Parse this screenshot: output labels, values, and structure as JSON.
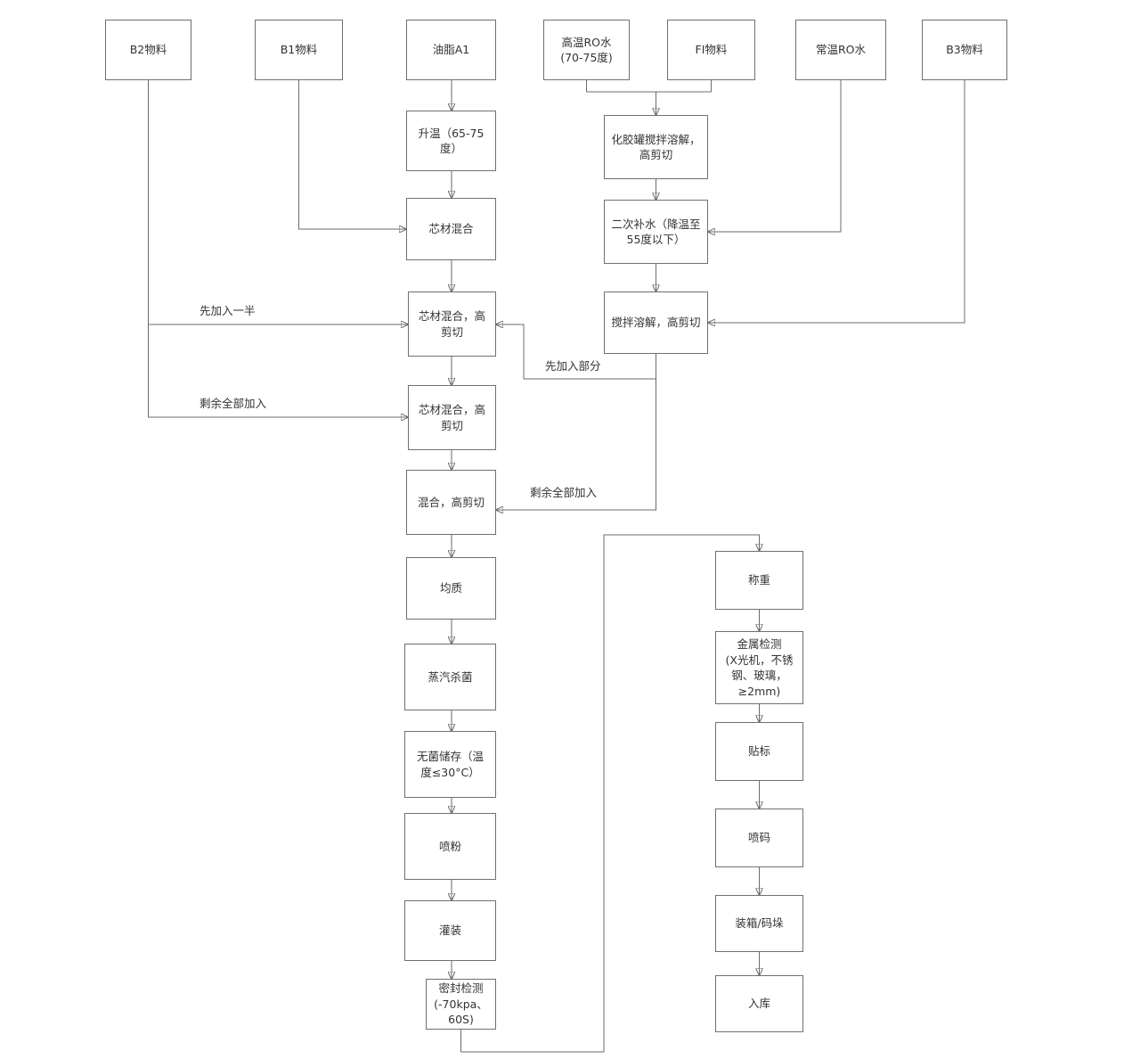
{
  "nodes": {
    "b2_material": {
      "label": "B2物料"
    },
    "b1_material": {
      "label": "B1物料"
    },
    "oil_a1": {
      "label": "油脂A1"
    },
    "hot_ro_water": {
      "label": "高温RO水\n(70-75度)"
    },
    "fi_material": {
      "label": "FI物料"
    },
    "room_ro_water": {
      "label": "常温RO水"
    },
    "b3_material": {
      "label": "B3物料"
    },
    "heat_up": {
      "label": "升温（65-75\n度）"
    },
    "glue_tank_dissolve": {
      "label": "化胶罐搅拌溶解，\n高剪切"
    },
    "core_mix": {
      "label": "芯材混合"
    },
    "second_water": {
      "label": "二次补水（降温至\n55度以下）"
    },
    "core_mix_shear_1": {
      "label": "芯材混合，高\n剪切"
    },
    "stir_dissolve_shear": {
      "label": "搅拌溶解，高剪切"
    },
    "core_mix_shear_2": {
      "label": "芯材混合，高\n剪切"
    },
    "mix_shear": {
      "label": "混合，高剪切"
    },
    "homogenize": {
      "label": "均质"
    },
    "steam_sterilize": {
      "label": "蒸汽杀菌"
    },
    "aseptic_storage": {
      "label": "无菌储存（温\n度≤30°C）"
    },
    "spray_powder": {
      "label": "喷粉"
    },
    "filling": {
      "label": "灌装"
    },
    "seal_test": {
      "label": "密封检测\n(-70kpa、\n60S)"
    },
    "weigh": {
      "label": "称重"
    },
    "metal_detect": {
      "label": "金属检测\n(X光机，不锈\n钢、玻璃，\n≥2mm)"
    },
    "labeling": {
      "label": "贴标"
    },
    "inkjet_code": {
      "label": "喷码"
    },
    "pack_palletize": {
      "label": "装箱/码垛"
    },
    "warehouse": {
      "label": "入库"
    }
  },
  "edge_labels": {
    "add_half_first": "先加入一半",
    "add_rest_left": "剩余全部加入",
    "add_part_first": "先加入部分",
    "add_rest_right": "剩余全部加入"
  }
}
